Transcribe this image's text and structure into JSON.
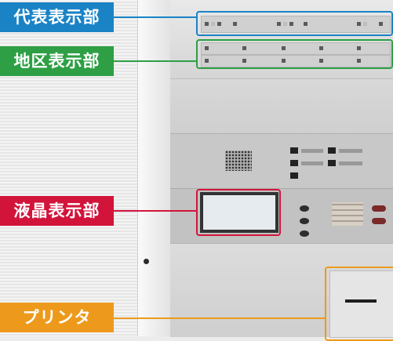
{
  "callouts": [
    {
      "label": "代表表示部",
      "color": "#1a83c6"
    },
    {
      "label": "地区表示部",
      "color": "#2e9f44"
    },
    {
      "label": "液晶表示部",
      "color": "#d2143b"
    },
    {
      "label": "プリンタ",
      "color": "#ed9a1c"
    }
  ]
}
